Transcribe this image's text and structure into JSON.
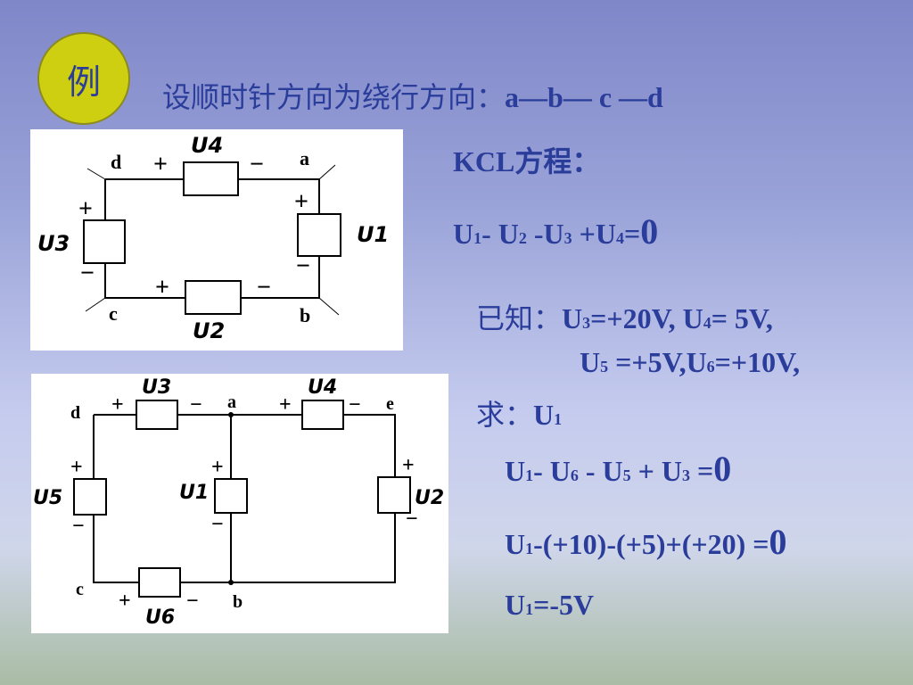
{
  "badge": "例",
  "title_cn": "设顺时针方向为绕行方向：",
  "title_path": "a—b— c —d",
  "kcl": "KCL方程：",
  "eq1": {
    "a": "U",
    "s1": "1",
    "b": "- U",
    "s2": "2",
    "c": " -U",
    "s3": "3",
    "d": " +U",
    "s4": "4",
    "e": "=",
    "z": "0"
  },
  "known_label": "已知：",
  "known1": {
    "a": "U",
    "s1": "3",
    "b": "=+20V, U",
    "s2": "4",
    "c": "= 5V,"
  },
  "known2": {
    "a": "U",
    "s1": "5",
    "b": " =+5V,U",
    "s2": "6",
    "c": "=+10V,"
  },
  "qiu_label": "求：",
  "qiu": {
    "a": "U",
    "s1": "1"
  },
  "r1": {
    "a": "U",
    "s1": "1",
    "b": "- U",
    "s2": "6",
    "c": " - U",
    "s3": "5",
    "d": " + U",
    "s4": "3",
    "e": " =",
    "z": "0"
  },
  "r2": {
    "a": "U",
    "s1": "1",
    "b": "-(+10)-(+5)+(+20) =",
    "z": "0"
  },
  "r3": {
    "a": "U",
    "s1": "1",
    "b": "=-5V"
  },
  "diagram1": {
    "nodes": [
      "d",
      "a",
      "c",
      "b"
    ],
    "elements": [
      "U4",
      "U3",
      "U1",
      "U2"
    ],
    "plus": "+",
    "minus": "−"
  },
  "diagram2": {
    "nodes": [
      "d",
      "a",
      "e",
      "c",
      "b"
    ],
    "elements": [
      "U3",
      "U4",
      "U5",
      "U1",
      "U2",
      "U6"
    ],
    "plus": "+",
    "minus": "−"
  }
}
